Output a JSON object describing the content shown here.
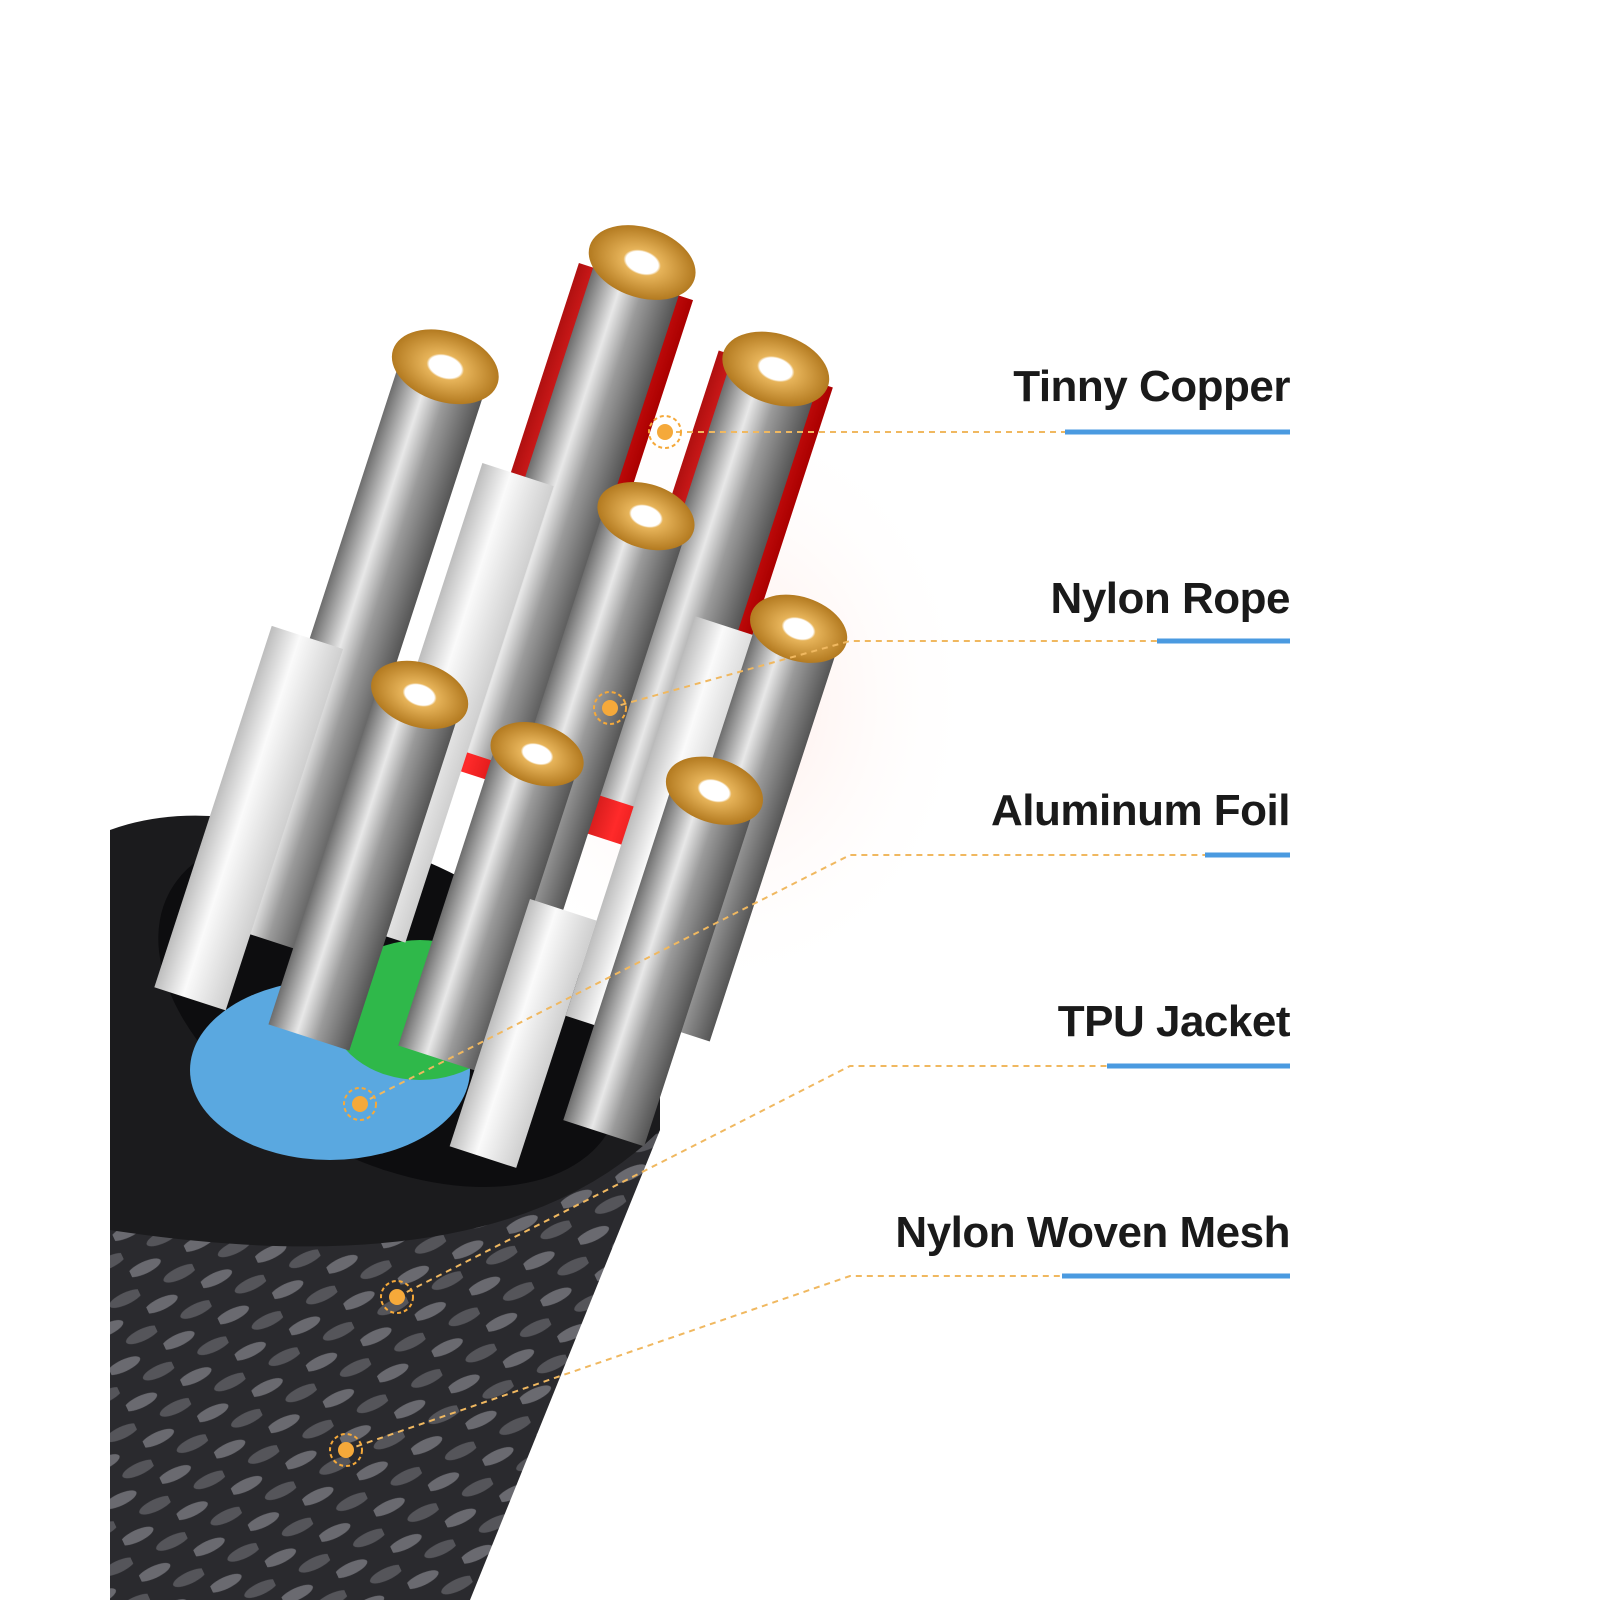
{
  "labels": [
    {
      "text": "Tinny Copper"
    },
    {
      "text": "Nylon Rope"
    },
    {
      "text": "Aluminum Foil"
    },
    {
      "text": "TPU Jacket"
    },
    {
      "text": "Nylon Woven Mesh"
    }
  ],
  "colors": {
    "accent_line": "#4a9ae0",
    "leader": "#f0b860",
    "marker": "#f5a93a",
    "text": "#1a1a1a"
  }
}
